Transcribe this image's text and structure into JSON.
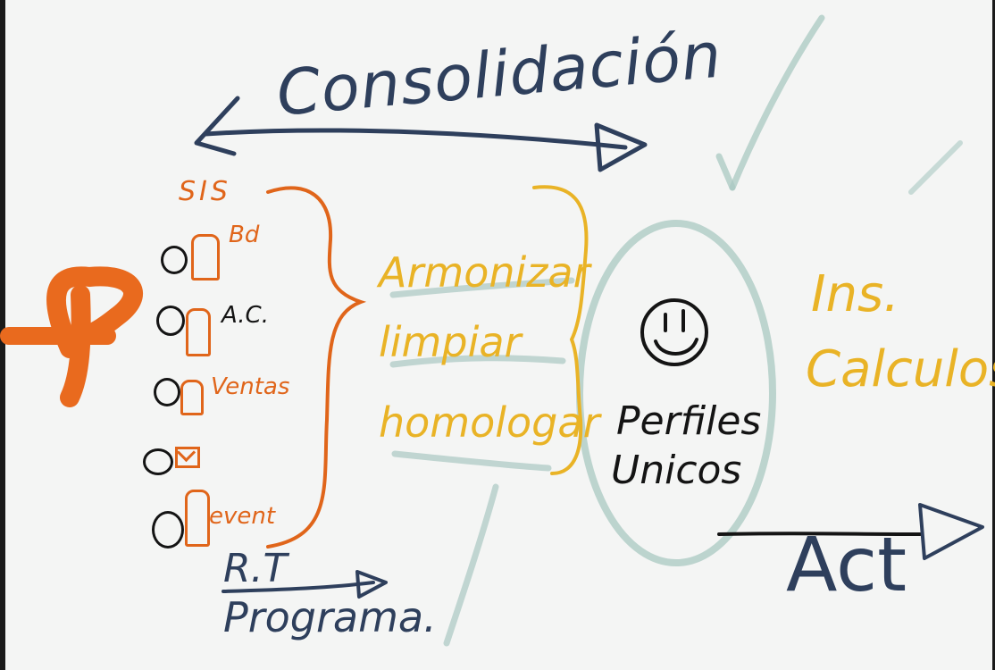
{
  "title": "Consolidación",
  "sources": {
    "header": "SIS",
    "items": [
      {
        "label": "Bd"
      },
      {
        "label": "A.C."
      },
      {
        "label": "Ventas"
      },
      {
        "label": ""
      },
      {
        "label": "event"
      }
    ]
  },
  "process": [
    "Armonizar",
    "limpiar",
    "homologar"
  ],
  "center": {
    "line1": "Perfiles",
    "line2": "Unicos"
  },
  "insights": {
    "line1": "Ins.",
    "line2": "Calculos"
  },
  "bottom": {
    "rt": "R.T",
    "program": "Programa."
  },
  "action": "Act",
  "colors": {
    "navy": "#2e3f5c",
    "orange": "#e0651a",
    "yellow": "#e9b326",
    "teal": "#a9c8c2",
    "black": "#141414",
    "background": "#f4f5f4"
  }
}
